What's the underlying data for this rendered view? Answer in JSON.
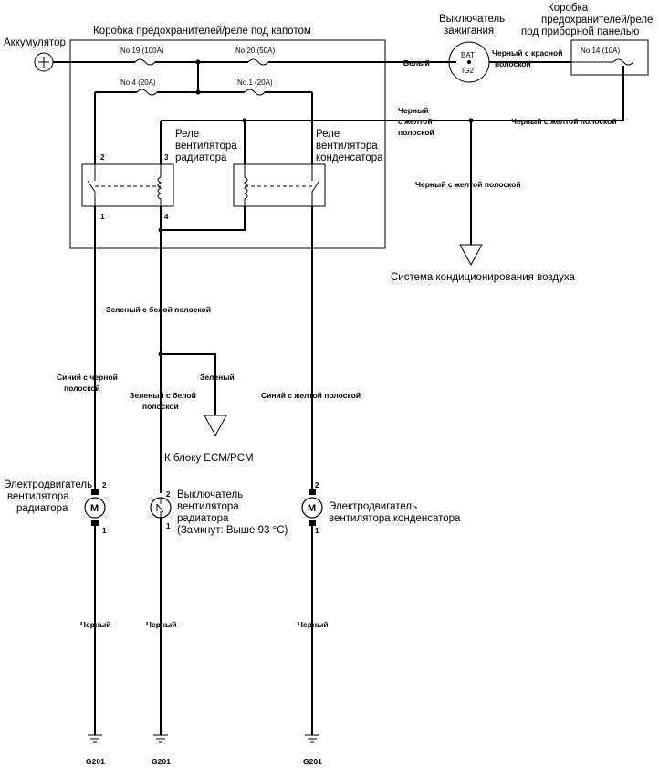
{
  "battery": {
    "label": "Аккумулятор"
  },
  "hood_box": {
    "label": "Коробка предохранителей/реле под капотом"
  },
  "ignition_switch": {
    "label_line1": "Выключатель",
    "label_line2": "зажигания",
    "terminal_bat": "BAT",
    "terminal_ig2": "IG2"
  },
  "dash_box": {
    "label_line1": "Коробка",
    "label_line2": "предохранителей/реле",
    "label_line3": "под приборной панелью"
  },
  "fuses": {
    "no19": "No.19 (100A)",
    "no20": "No.20 (50A)",
    "no4": "No.4 (20A)",
    "no1": "No.1 (20A)",
    "no14": "No.14 (10A)"
  },
  "relays": {
    "radiator": {
      "line1": "Реле",
      "line2": "вентилятора",
      "line3": "радиатора",
      "pin1": "1",
      "pin2": "2",
      "pin3": "3",
      "pin4": "4"
    },
    "condenser": {
      "line1": "Реле",
      "line2": "вентилятора",
      "line3": "конденсатора"
    }
  },
  "wires": {
    "white": "Белый",
    "black_red_1": "Черный с красной",
    "black_red_2": "полоской",
    "black_yellow_left_1": "Черный",
    "black_yellow_left_2": "с желтой",
    "black_yellow_left_3": "полоской",
    "black_yellow_right": "Черный с желтой полоской",
    "black_yellow_down": "Черный с желтой полоской",
    "green_white": "Зеленый с белой полоской",
    "green": "Зеленый",
    "green_white2_1": "Зеленый с белой",
    "green_white2_2": "полоской",
    "blue_black_1": "Синий с черной",
    "blue_black_2": "полоской",
    "blue_yellow": "Синий с желтой полоской",
    "black_1": "Черный",
    "black_2": "Черный",
    "black_3": "Черный"
  },
  "ac_system": {
    "label": "Система кондиционирования воздуха"
  },
  "ecm": {
    "label": "К блоку ECM/PCM"
  },
  "radiator_motor": {
    "line1": "Электродвигатель",
    "line2": "вентилятора",
    "line3": "радиатора",
    "symbol": "M",
    "pin_top": "2",
    "pin_bottom": "1"
  },
  "radiator_switch": {
    "line1": "Выключатель",
    "line2": "вентилятора",
    "line3": "радиатора",
    "line4": "(Замкнут: Выше 93 °C)",
    "pin_top": "2",
    "pin_bottom": "1"
  },
  "condenser_motor": {
    "line1": "Электродвигатель",
    "line2": "вентилятора конденсатора",
    "symbol": "M",
    "pin_top": "2",
    "pin_bottom": "1"
  },
  "grounds": {
    "g1": "G201",
    "g2": "G201",
    "g3": "G201"
  }
}
